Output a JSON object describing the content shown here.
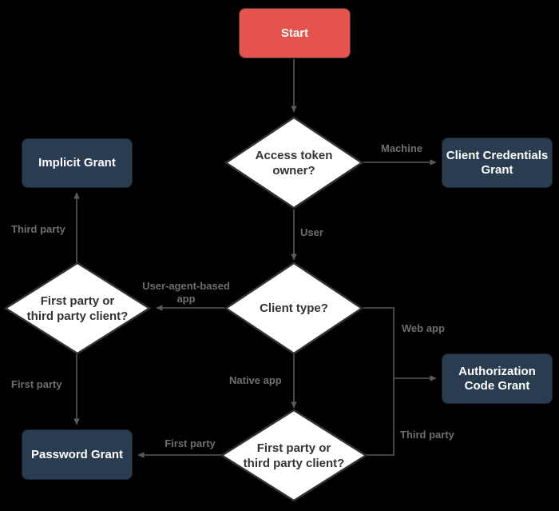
{
  "diagram": {
    "title": "OAuth 2.0 grant type decision flowchart",
    "background_color": "#000000",
    "accent_start_color": "#e8524c",
    "terminal_color": "#2a3c50",
    "decision_fill": "#ffffff",
    "decision_stroke": "#333333",
    "edge_color": "#6f6f6f"
  },
  "nodes": {
    "start": {
      "label": "Start",
      "shape": "rounded-rect",
      "color": "#e8524c"
    },
    "access_token_owner": {
      "label": "Access token\nowner?",
      "shape": "diamond",
      "color": "#ffffff"
    },
    "client_credentials_grant": {
      "label": "Client Credentials\nGrant",
      "shape": "rounded-rect",
      "color": "#2a3c50"
    },
    "client_type": {
      "label": "Client type?",
      "shape": "diamond",
      "color": "#ffffff"
    },
    "first_or_third_party_left": {
      "label": "First party or\nthird party client?",
      "shape": "diamond",
      "color": "#ffffff"
    },
    "implicit_grant": {
      "label": "Implicit Grant",
      "shape": "rounded-rect",
      "color": "#2a3c50"
    },
    "password_grant": {
      "label": "Password Grant",
      "shape": "rounded-rect",
      "color": "#2a3c50"
    },
    "authorization_code_grant": {
      "label": "Authorization\nCode Grant",
      "shape": "rounded-rect",
      "color": "#2a3c50"
    },
    "first_or_third_party_bottom": {
      "label": "First party or\nthird party client?",
      "shape": "diamond",
      "color": "#ffffff"
    }
  },
  "edge_labels": {
    "machine": "Machine",
    "user": "User",
    "third_party_left": "Third party",
    "first_party_left": "First party",
    "user_agent_based_app": "User-agent-based\napp",
    "native_app": "Native app",
    "web_app": "Web app",
    "third_party_right": "Third party",
    "first_party_bottom": "First party"
  }
}
